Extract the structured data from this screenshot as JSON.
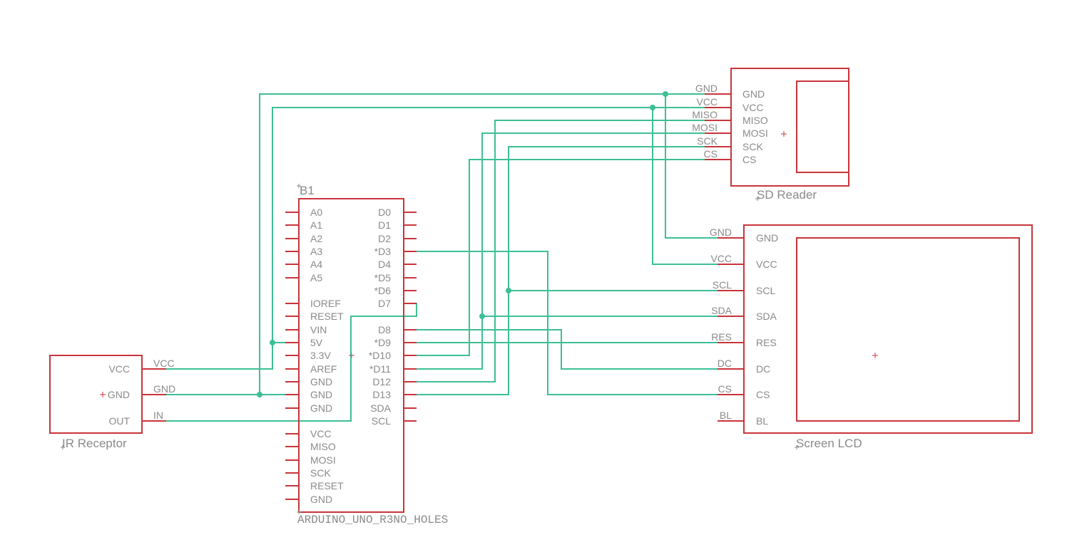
{
  "sd_reader": {
    "name": "SD Reader",
    "pins": [
      "GND",
      "VCC",
      "MISO",
      "MOSI",
      "SCK",
      "CS"
    ],
    "net_labels": [
      "GND",
      "VCC",
      "MISO",
      "MOSI",
      "SCK",
      "CS"
    ]
  },
  "screen_lcd": {
    "name": "Screen LCD",
    "pins": [
      "GND",
      "VCC",
      "SCL",
      "SDA",
      "RES",
      "DC",
      "CS",
      "BL"
    ],
    "net_labels": [
      "GND",
      "VCC",
      "SCL",
      "SDA",
      "RES",
      "DC",
      "CS",
      "BL"
    ]
  },
  "arduino": {
    "designator": "B1",
    "value": "ARDUINO_UNO_R3NO_HOLES",
    "left_pins": [
      "A0",
      "A1",
      "A2",
      "A3",
      "A4",
      "A5",
      "",
      "IOREF",
      "RESET",
      "VIN",
      "5V",
      "3.3V",
      "AREF",
      "GND",
      "GND",
      "GND",
      "",
      "VCC",
      "MISO",
      "MOSI",
      "SCK",
      "RESET",
      "GND"
    ],
    "right_pins": [
      "D0",
      "D1",
      "D2",
      "*D3",
      "D4",
      "*D5",
      "*D6",
      "D7",
      "",
      "D8",
      "*D9",
      "*D10",
      "*D11",
      "D12",
      "D13",
      "SDA",
      "SCL"
    ]
  },
  "ir_receptor": {
    "name": "IR Receptor",
    "pins": [
      "VCC",
      "GND",
      "OUT"
    ],
    "net_labels": [
      "VCC",
      "GND",
      "IN"
    ]
  },
  "colors": {
    "part_outline": "#c8353a",
    "wire": "#3dbf96",
    "text": "#8a8a8a"
  }
}
